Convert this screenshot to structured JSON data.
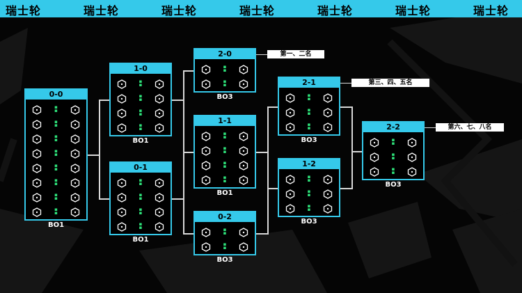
{
  "banner": {
    "title": "瑞士轮",
    "repeats": 7
  },
  "colors": {
    "accent": "#35c9ea",
    "vs": "#2ee27a",
    "background": "#050505"
  },
  "boxes": [
    {
      "id": "r0-0",
      "record": "0-0",
      "format": "BO1",
      "matches": 8
    },
    {
      "id": "r1-0",
      "record": "1-0",
      "format": "BO1",
      "matches": 4
    },
    {
      "id": "r0-1",
      "record": "0-1",
      "format": "BO1",
      "matches": 4
    },
    {
      "id": "r2-0",
      "record": "2-0",
      "format": "BO3",
      "matches": 2
    },
    {
      "id": "r1-1",
      "record": "1-1",
      "format": "BO1",
      "matches": 4
    },
    {
      "id": "r0-2",
      "record": "0-2",
      "format": "BO3",
      "matches": 2
    },
    {
      "id": "r2-1",
      "record": "2-1",
      "format": "BO3",
      "matches": 3
    },
    {
      "id": "r1-2",
      "record": "1-2",
      "format": "BO3",
      "matches": 3
    },
    {
      "id": "r2-2",
      "record": "2-2",
      "format": "BO3",
      "matches": 3
    }
  ],
  "placements": [
    {
      "box": "r2-0",
      "label": "第一、二名"
    },
    {
      "box": "r2-1",
      "label": "第三、四、五名"
    },
    {
      "box": "r2-2",
      "label": "第六、七、八名"
    }
  ],
  "icons": {
    "team": "hexagon-team-icon",
    "vs": "vs-icon"
  }
}
